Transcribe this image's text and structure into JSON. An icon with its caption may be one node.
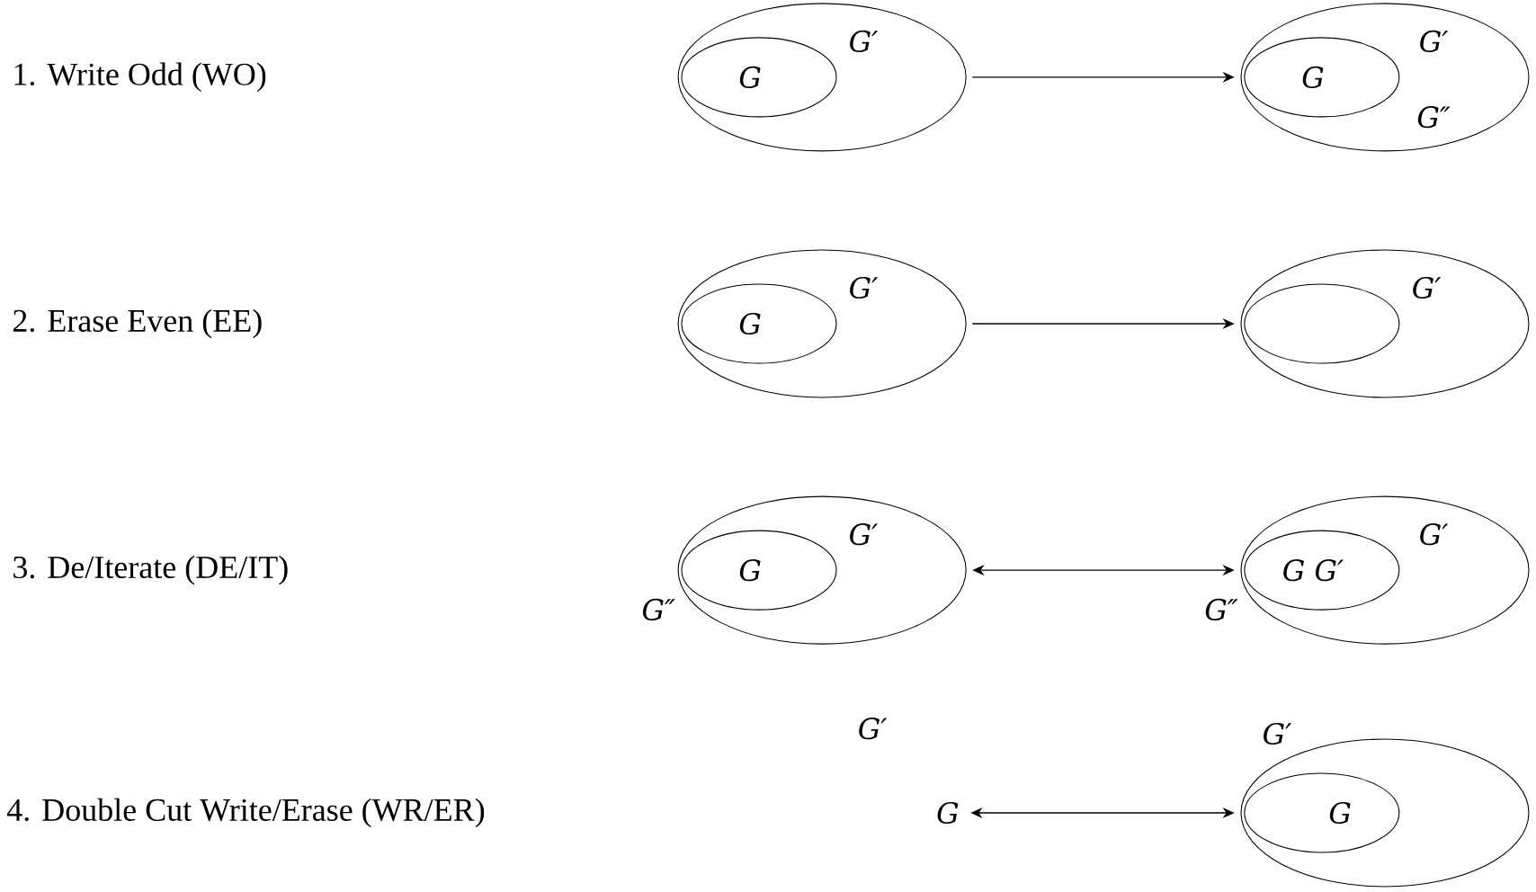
{
  "diagram": {
    "nodes": [
      {
        "text": [
          "G′"
        ]
      },
      {
        "text": [
          "G"
        ],
        "in": 0
      },
      {
        "text": [
          "G′",
          "G″"
        ]
      },
      {
        "text": [
          "G"
        ],
        "in": 2
      },
      {
        "text": [
          "G′"
        ]
      },
      {
        "text": [
          "G"
        ],
        "in": 4
      },
      {
        "text": [
          "G′"
        ]
      },
      {
        "text": [],
        "shape": "ellipse",
        "in": 6
      },
      {
        "text": [
          "G′"
        ],
        "beside": [
          "G″"
        ]
      },
      {
        "text": [
          "G"
        ],
        "in": 8
      },
      {
        "text": [
          "G′"
        ],
        "beside": [
          "G″"
        ]
      },
      {
        "text": [
          "G G′"
        ],
        "in": 10
      },
      {
        "text": [
          "G"
        ]
      },
      {
        "text": [
          "G′"
        ]
      },
      {
        "text": [
          "G"
        ],
        "in": 13
      }
    ],
    "edges": [
      {
        "from": 0,
        "to": 2,
        "arrow": "to"
      },
      {
        "from": 4,
        "to": 6,
        "arrow": "to"
      },
      {
        "from": 8,
        "to": 10,
        "arrow": "both"
      },
      {
        "from": 12,
        "to": 13,
        "arrow": "both"
      }
    ],
    "labels": [
      "1. Write Odd (WO)",
      "2. Erase Even (EE)",
      "3. De/Iterate (DE/IT)",
      "G′",
      "4. Double Cut Write/Erase (WR/ER)"
    ]
  }
}
